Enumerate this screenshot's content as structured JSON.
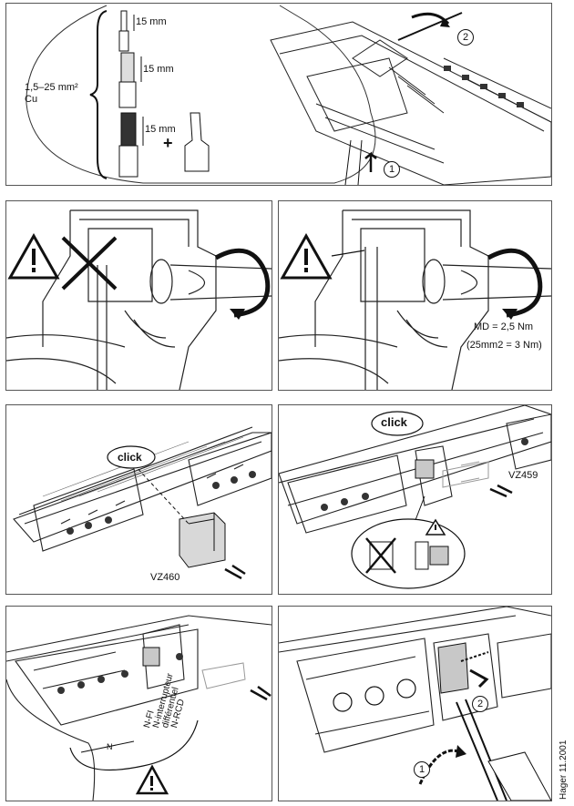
{
  "panel1": {
    "strip_lengths": [
      "15 mm",
      "15 mm",
      "15 mm"
    ],
    "cross_section": "1,5–25 mm²",
    "material": "Cu",
    "step_tighten": "2",
    "step_insert": "1",
    "plus_sign": "+"
  },
  "panel3": {
    "torque_line1": "MD = 2,5 Nm",
    "torque_line2": "(25mm2 = 3 Nm)"
  },
  "panel4": {
    "click": "click",
    "part": "VZ460"
  },
  "panel5": {
    "click": "click",
    "part": "VZ459"
  },
  "panel6": {
    "terminal_labels": [
      "N-FI",
      "N-interrupteur",
      "différentiel",
      "N-RCD"
    ],
    "n_label": "N"
  },
  "panel7": {
    "step_lever": "2",
    "step_screwdriver": "1"
  },
  "footer": {
    "brand_date": "Hager 11.2001"
  }
}
